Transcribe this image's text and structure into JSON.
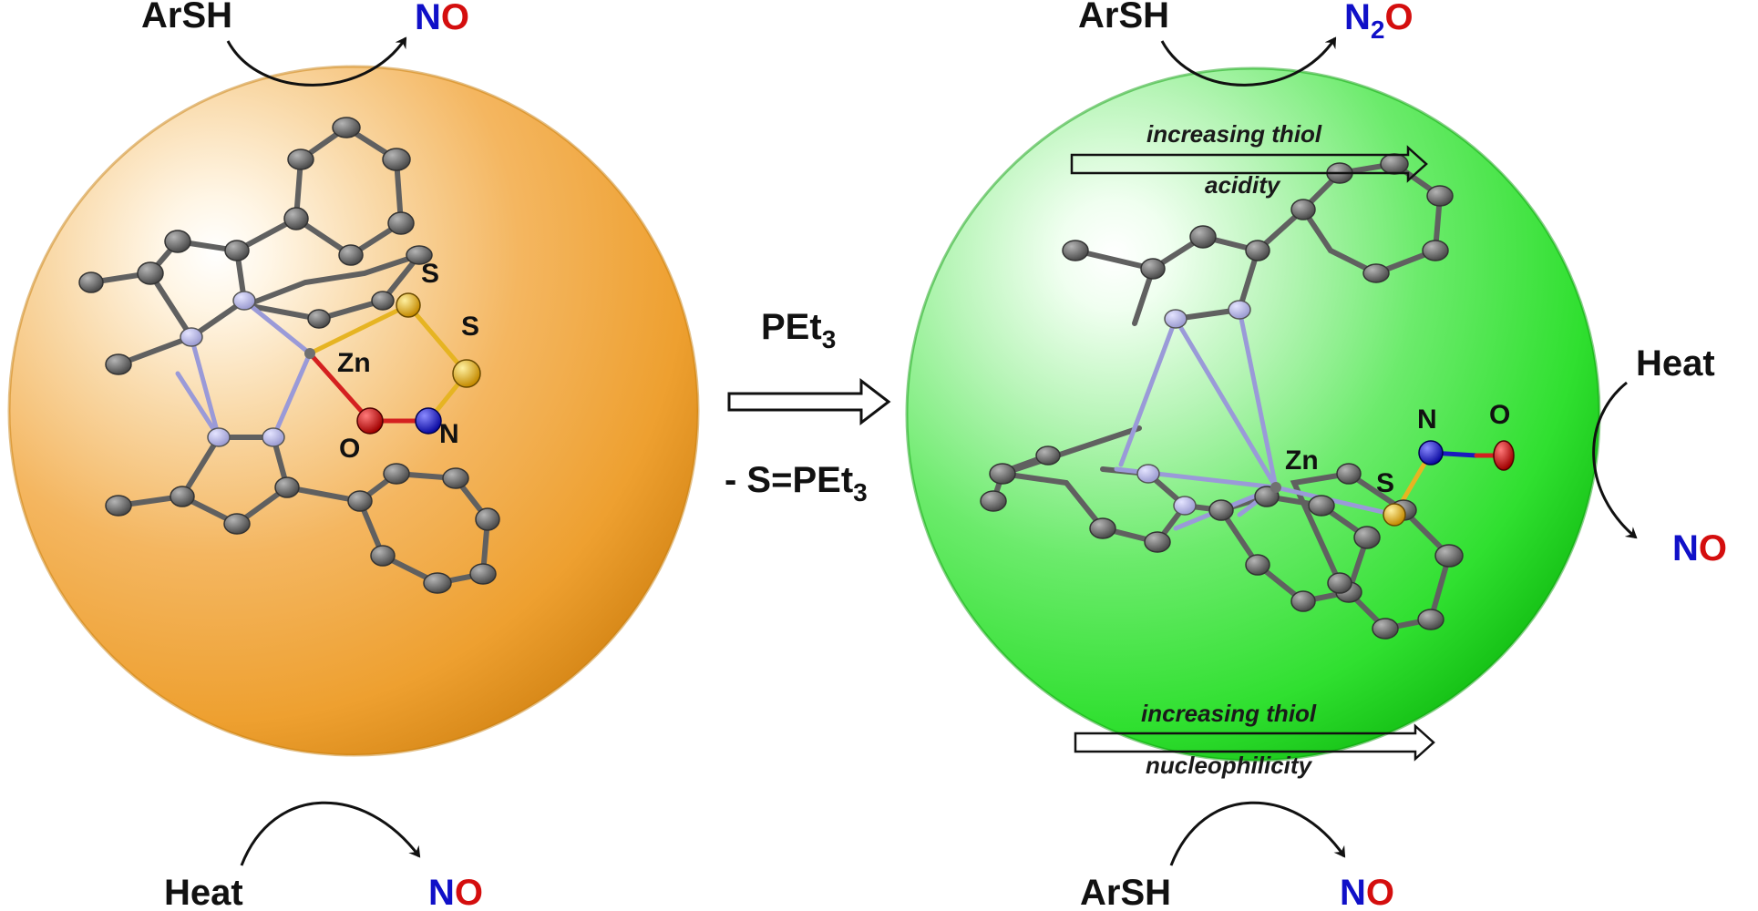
{
  "colors": {
    "nitrogen": "#1010c8",
    "oxygen": "#d40e0e",
    "sulfur": "#e6b422",
    "carbon": "#5c5c5c",
    "orange_sphere": "#f0a232",
    "green_sphere": "#2fe02f"
  },
  "left_panel": {
    "top_reagent": "ArSH",
    "top_product": {
      "n": "N",
      "o": "O"
    },
    "bottom_reagent": "Heat",
    "bottom_product": {
      "n": "N",
      "o": "O"
    },
    "atoms": {
      "metal": "Zn",
      "s1": "S",
      "s2": "S",
      "n": "N",
      "o": "O"
    }
  },
  "center": {
    "reagent_main": "PEt",
    "reagent_sub": "3",
    "byproduct_main": "- S=PEt",
    "byproduct_sub": "3"
  },
  "right_panel": {
    "top_reagent": "ArSH",
    "top_product": {
      "n": "N",
      "sub": "2",
      "o": "O"
    },
    "top_trend_line1": "increasing thiol",
    "top_trend_line2": "acidity",
    "side_reagent": "Heat",
    "side_product": {
      "n": "N",
      "o": "O"
    },
    "bottom_trend_line1": "increasing thiol",
    "bottom_trend_line2": "nucleophilicity",
    "bottom_reagent": "ArSH",
    "bottom_product": {
      "n": "N",
      "o": "O"
    },
    "atoms": {
      "metal": "Zn",
      "s": "S",
      "n": "N",
      "o": "O"
    }
  }
}
